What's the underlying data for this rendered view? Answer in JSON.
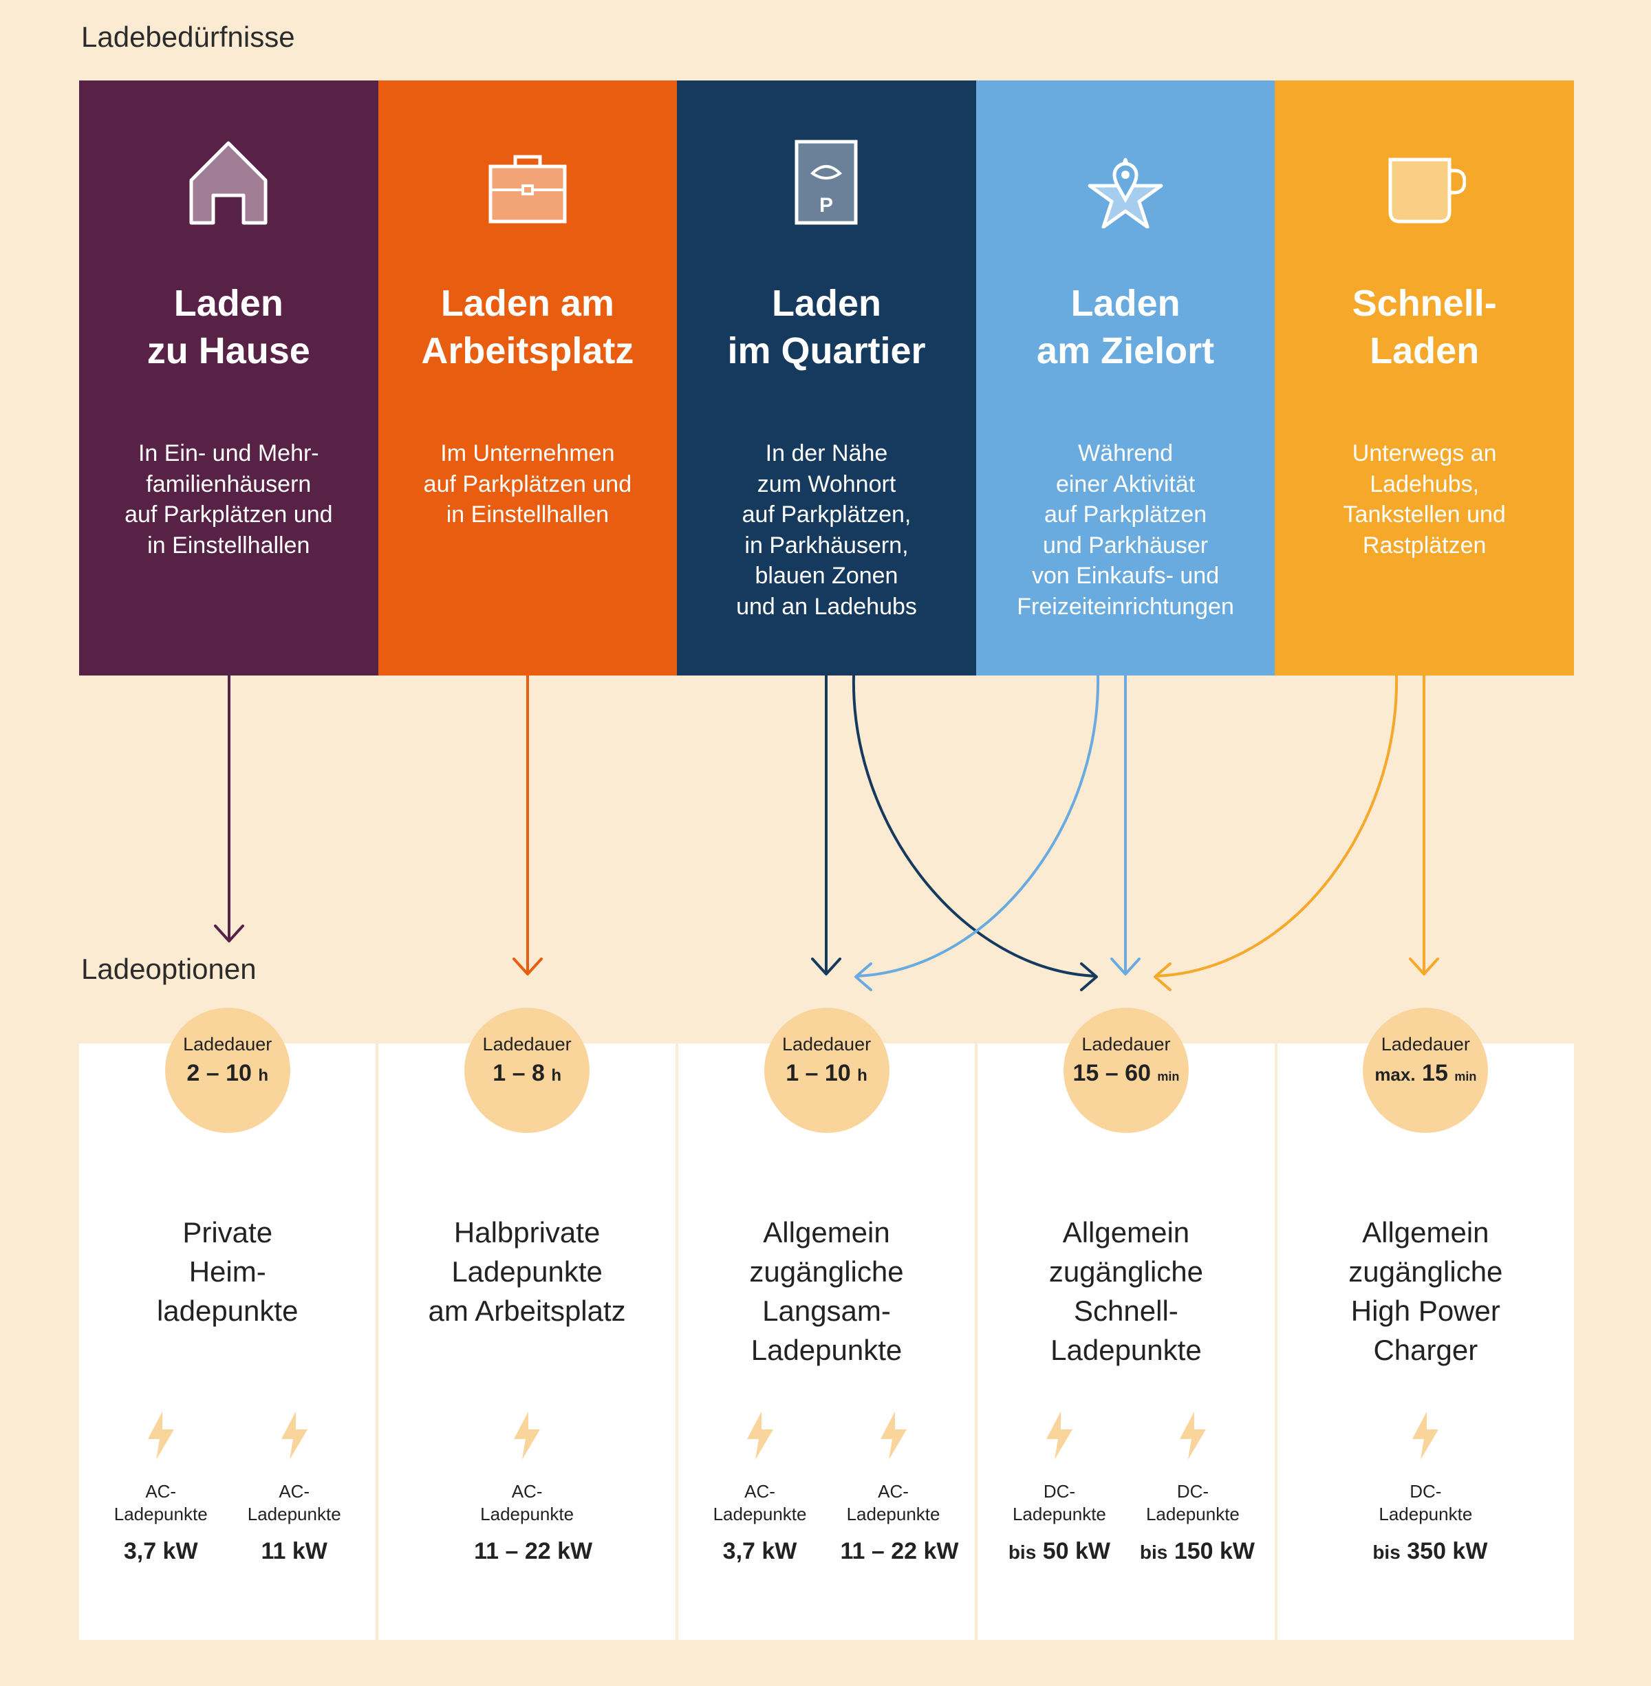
{
  "labels": {
    "needs_heading": "Ladebedürfnisse",
    "options_heading": "Ladeoptionen"
  },
  "colors": {
    "background": "#fcebd3",
    "home": "#572246",
    "work": "#e85d0f",
    "quarter": "#153a5e",
    "destination": "#6aabdf",
    "fast": "#f5a82a",
    "badge": "#f9d59c",
    "bolt": "#f9d59c"
  },
  "needs": [
    {
      "icon": "house-icon",
      "title": [
        "Laden",
        "zu Hause"
      ],
      "description": [
        "In Ein- und Mehr-",
        "familienhäusern",
        "auf Parkplätzen und",
        "in Einstellhallen"
      ]
    },
    {
      "icon": "briefcase-icon",
      "title": [
        "Laden am",
        "Arbeitsplatz"
      ],
      "description": [
        "Im Unternehmen",
        "auf Parkplätzen und",
        "in Einstellhallen"
      ]
    },
    {
      "icon": "parking-sign-icon",
      "icon_text": "P",
      "title": [
        "Laden",
        "im Quartier"
      ],
      "description": [
        "In der Nähe",
        "zum Wohnort",
        "auf Parkplätzen,",
        "in Parkhäusern,",
        "blauen Zonen",
        "und an Ladehubs"
      ]
    },
    {
      "icon": "star-location-pin-icon",
      "title": [
        "Laden",
        "am Zielort"
      ],
      "description": [
        "Während",
        "einer Aktivität",
        "auf Parkplätzen",
        "und Parkhäuser",
        "von Einkaufs- und",
        "Freizeiteinrichtungen"
      ]
    },
    {
      "icon": "coffee-cup-icon",
      "title": [
        "Schnell-",
        "Laden"
      ],
      "description": [
        "Unterwegs an",
        "Ladehubs,",
        "Tankstellen und",
        "Rastplätzen"
      ]
    }
  ],
  "options": [
    {
      "badge_label": "Ladedauer",
      "badge_prefix": "",
      "badge_value": "2 – 10",
      "badge_unit": "h",
      "title": [
        "Private",
        "Heim-",
        "ladepunkte"
      ],
      "chargers": [
        {
          "type": [
            "AC-",
            "Ladepunkte"
          ],
          "prefix": "",
          "power": "3,7 kW"
        },
        {
          "type": [
            "AC-",
            "Ladepunkte"
          ],
          "prefix": "",
          "power": "11 kW"
        }
      ]
    },
    {
      "badge_label": "Ladedauer",
      "badge_prefix": "",
      "badge_value": "1 – 8",
      "badge_unit": "h",
      "title": [
        "Halbprivate",
        "Ladepunkte",
        "am Arbeitsplatz"
      ],
      "chargers": [
        {
          "type": [
            "AC-",
            "Ladepunkte"
          ],
          "prefix": "",
          "power": "11 – 22 kW"
        }
      ]
    },
    {
      "badge_label": "Ladedauer",
      "badge_prefix": "",
      "badge_value": "1 – 10",
      "badge_unit": "h",
      "title": [
        "Allgemein",
        "zugängliche",
        "Langsam-",
        "Ladepunkte"
      ],
      "chargers": [
        {
          "type": [
            "AC-",
            "Ladepunkte"
          ],
          "prefix": "",
          "power": "3,7 kW"
        },
        {
          "type": [
            "AC-",
            "Ladepunkte"
          ],
          "prefix": "",
          "power": "11 – 22 kW"
        }
      ]
    },
    {
      "badge_label": "Ladedauer",
      "badge_prefix": "",
      "badge_value": "15 – 60",
      "badge_unit": "min",
      "title": [
        "Allgemein",
        "zugängliche",
        "Schnell-",
        "Ladepunkte"
      ],
      "chargers": [
        {
          "type": [
            "DC-",
            "Ladepunkte"
          ],
          "prefix": "bis",
          "power": "50 kW"
        },
        {
          "type": [
            "DC-",
            "Ladepunkte"
          ],
          "prefix": "bis",
          "power": "150 kW"
        }
      ]
    },
    {
      "badge_label": "Ladedauer",
      "badge_prefix": "max.",
      "badge_value": "15",
      "badge_unit": "min",
      "title": [
        "Allgemein",
        "zugängliche",
        "High Power",
        "Charger"
      ],
      "chargers": [
        {
          "type": [
            "DC-",
            "Ladepunkte"
          ],
          "prefix": "bis",
          "power": "350 kW"
        }
      ]
    }
  ]
}
